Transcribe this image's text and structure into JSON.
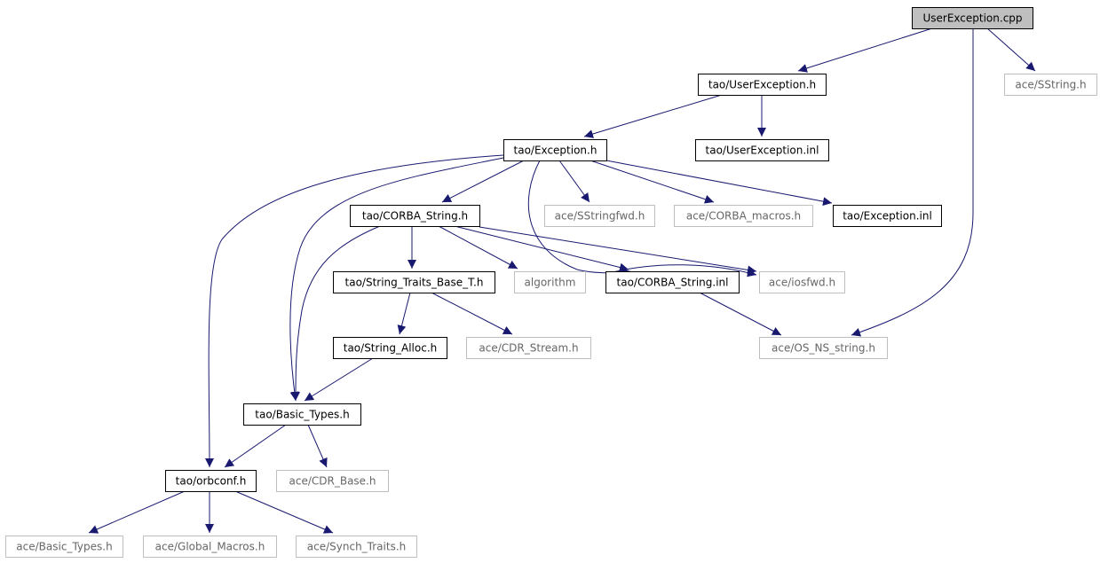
{
  "graph": {
    "colors": {
      "edge": "#191970",
      "root_fill": "#bfbfbf",
      "node_border": "#000000",
      "external_border": "#bfbfbf",
      "text": "#000000",
      "external_text": "#666666"
    },
    "nodes": [
      {
        "id": "n_root",
        "label": "UserException.cpp",
        "kind": "root"
      },
      {
        "id": "n_tao_userexc_h",
        "label": "tao/UserException.h",
        "kind": "local"
      },
      {
        "id": "n_ace_sstring",
        "label": "ace/SString.h",
        "kind": "external"
      },
      {
        "id": "n_tao_exception_h",
        "label": "tao/Exception.h",
        "kind": "local"
      },
      {
        "id": "n_tao_userexc_inl",
        "label": "tao/UserException.inl",
        "kind": "local"
      },
      {
        "id": "n_tao_corba_string_h",
        "label": "tao/CORBA_String.h",
        "kind": "local"
      },
      {
        "id": "n_ace_sstringfwd",
        "label": "ace/SStringfwd.h",
        "kind": "external"
      },
      {
        "id": "n_ace_corba_macros",
        "label": "ace/CORBA_macros.h",
        "kind": "external"
      },
      {
        "id": "n_tao_exception_inl",
        "label": "tao/Exception.inl",
        "kind": "local"
      },
      {
        "id": "n_tao_string_traits",
        "label": "tao/String_Traits_Base_T.h",
        "kind": "local"
      },
      {
        "id": "n_algorithm",
        "label": "algorithm",
        "kind": "external"
      },
      {
        "id": "n_tao_corba_string_inl",
        "label": "tao/CORBA_String.inl",
        "kind": "local"
      },
      {
        "id": "n_ace_iosfwd",
        "label": "ace/iosfwd.h",
        "kind": "external"
      },
      {
        "id": "n_tao_string_alloc",
        "label": "tao/String_Alloc.h",
        "kind": "local"
      },
      {
        "id": "n_ace_cdr_stream",
        "label": "ace/CDR_Stream.h",
        "kind": "external"
      },
      {
        "id": "n_ace_os_ns_string",
        "label": "ace/OS_NS_string.h",
        "kind": "external"
      },
      {
        "id": "n_tao_basic_types",
        "label": "tao/Basic_Types.h",
        "kind": "local"
      },
      {
        "id": "n_tao_orbconf",
        "label": "tao/orbconf.h",
        "kind": "local"
      },
      {
        "id": "n_ace_cdr_base",
        "label": "ace/CDR_Base.h",
        "kind": "external"
      },
      {
        "id": "n_ace_basic_types",
        "label": "ace/Basic_Types.h",
        "kind": "external"
      },
      {
        "id": "n_ace_global_macros",
        "label": "ace/Global_Macros.h",
        "kind": "external"
      },
      {
        "id": "n_ace_synch_traits",
        "label": "ace/Synch_Traits.h",
        "kind": "external"
      }
    ],
    "edges": [
      {
        "from": "n_root",
        "to": "n_tao_userexc_h"
      },
      {
        "from": "n_root",
        "to": "n_ace_sstring"
      },
      {
        "from": "n_root",
        "to": "n_ace_os_ns_string"
      },
      {
        "from": "n_tao_userexc_h",
        "to": "n_tao_exception_h"
      },
      {
        "from": "n_tao_userexc_h",
        "to": "n_tao_userexc_inl"
      },
      {
        "from": "n_tao_exception_h",
        "to": "n_tao_corba_string_h"
      },
      {
        "from": "n_tao_exception_h",
        "to": "n_ace_sstringfwd"
      },
      {
        "from": "n_tao_exception_h",
        "to": "n_ace_corba_macros"
      },
      {
        "from": "n_tao_exception_h",
        "to": "n_tao_exception_inl"
      },
      {
        "from": "n_tao_exception_h",
        "to": "n_tao_basic_types"
      },
      {
        "from": "n_tao_exception_h",
        "to": "n_tao_orbconf"
      },
      {
        "from": "n_tao_exception_h",
        "to": "n_tao_corba_string_inl"
      },
      {
        "from": "n_tao_corba_string_h",
        "to": "n_tao_string_traits"
      },
      {
        "from": "n_tao_corba_string_h",
        "to": "n_algorithm"
      },
      {
        "from": "n_tao_corba_string_h",
        "to": "n_tao_corba_string_inl"
      },
      {
        "from": "n_tao_corba_string_h",
        "to": "n_ace_iosfwd"
      },
      {
        "from": "n_tao_corba_string_h",
        "to": "n_tao_basic_types"
      },
      {
        "from": "n_tao_corba_string_inl",
        "to": "n_ace_iosfwd"
      },
      {
        "from": "n_tao_corba_string_inl",
        "to": "n_ace_os_ns_string"
      },
      {
        "from": "n_tao_string_traits",
        "to": "n_tao_string_alloc"
      },
      {
        "from": "n_tao_string_traits",
        "to": "n_ace_cdr_stream"
      },
      {
        "from": "n_tao_string_alloc",
        "to": "n_tao_basic_types"
      },
      {
        "from": "n_tao_basic_types",
        "to": "n_tao_orbconf"
      },
      {
        "from": "n_tao_basic_types",
        "to": "n_ace_cdr_base"
      },
      {
        "from": "n_tao_orbconf",
        "to": "n_ace_basic_types"
      },
      {
        "from": "n_tao_orbconf",
        "to": "n_ace_global_macros"
      },
      {
        "from": "n_tao_orbconf",
        "to": "n_ace_synch_traits"
      }
    ]
  }
}
